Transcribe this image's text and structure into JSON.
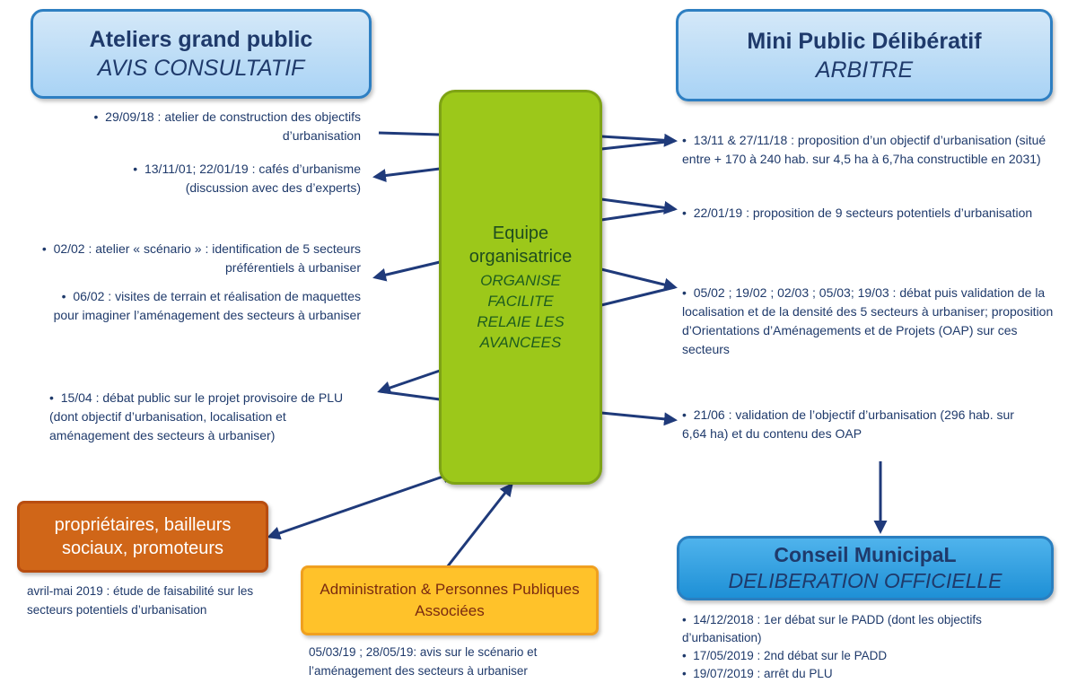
{
  "left_box": {
    "title": "Ateliers grand public",
    "subtitle": "AVIS CONSULTATIF"
  },
  "right_box": {
    "title": "Mini Public Délibératif",
    "subtitle": "ARBITRE"
  },
  "center_box": {
    "title": "Equipe organisatrice",
    "lines": [
      "ORGANISE",
      "FACILITE",
      "RELAIE LES",
      "AVANCEES"
    ]
  },
  "council_box": {
    "title": "Conseil MunicipaL",
    "subtitle": "DELIBERATION OFFICIELLE"
  },
  "owners_box": {
    "label": "propriétaires, bailleurs sociaux, promoteurs"
  },
  "admin_box": {
    "label": "Administration & Personnes Publiques Associées"
  },
  "left_notes": [
    "29/09/18 : atelier de construction des objectifs d’urbanisation",
    "13/11/01; 22/01/19 : cafés d’urbanisme (discussion avec des d’experts)",
    "02/02 : atelier « scénario » : identification de 5 secteurs préférentiels à urbaniser",
    "06/02 : visites de terrain et réalisation de maquettes pour imaginer l’aménagement des secteurs à urbaniser",
    "15/04 : débat public sur le projet provisoire de PLU (dont objectif d’urbanisation, localisation et aménagement des secteurs à urbaniser)"
  ],
  "right_notes": [
    "13/11 & 27/11/18 : proposition d’un objectif d’urbanisation (situé entre + 170 à 240 hab. sur 4,5 ha à 6,7ha constructible en 2031)",
    "22/01/19 : proposition de 9 secteurs potentiels d’urbanisation",
    "05/02 ; 19/02 ; 02/03 ; 05/03; 19/03 : débat puis validation de la localisation et de la densité des 5 secteurs à urbaniser; proposition d’Orientations d’Aménagements et de Projets (OAP) sur ces secteurs",
    "21/06 : validation de l’objectif d’urbanisation (296 hab. sur 6,64 ha) et du contenu des OAP"
  ],
  "owners_note": "avril-mai 2019 : étude de faisabilité sur les secteurs potentiels d’urbanisation",
  "admin_note": "05/03/19 ; 28/05/19: avis sur le scénario et l’aménagement des secteurs à urbaniser",
  "council_notes": [
    "14/12/2018 : 1er débat sur le PADD (dont les objectifs d’urbanisation)",
    "17/05/2019 : 2nd débat sur le PADD",
    "19/07/2019 : arrêt du PLU"
  ],
  "colors": {
    "arrow": "#1f3a7a",
    "text": "#1f3a6b",
    "equipe": "#9cc81a",
    "owners": "#d06618",
    "admin": "#ffc22a"
  }
}
